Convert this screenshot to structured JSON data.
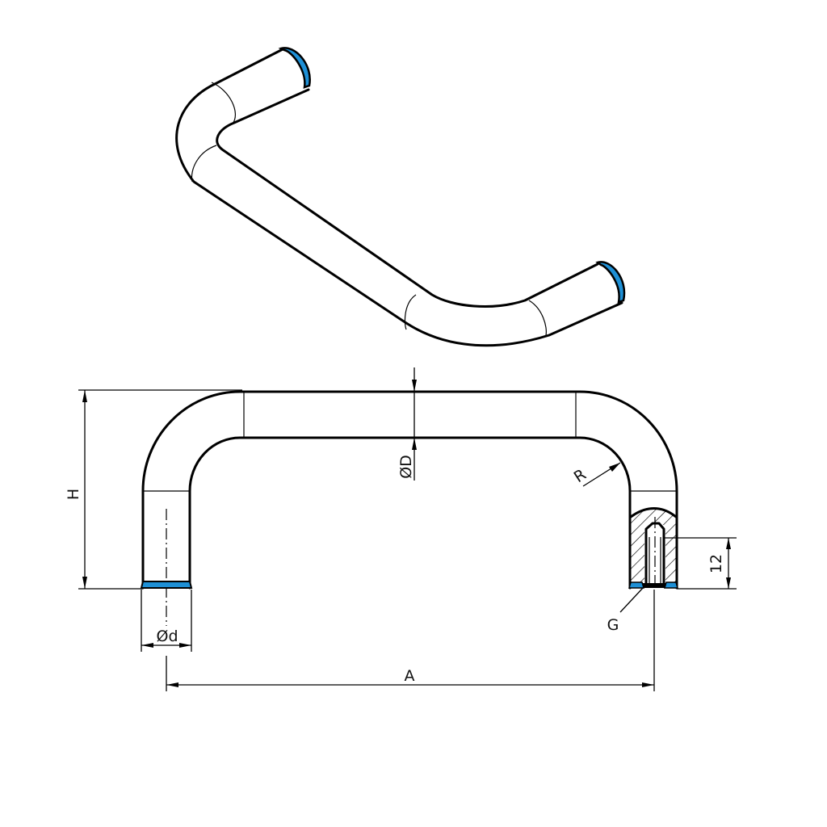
{
  "drawing": {
    "type": "technical-drawing",
    "subject": "U-shaped tubular pull handle",
    "views": [
      "isometric-view",
      "front-view-with-partial-section"
    ],
    "colors": {
      "line": "#000000",
      "seal_ring": "#1E90D6",
      "background": "#ffffff"
    }
  },
  "dimensions": {
    "height": "H",
    "tube_diameter": "ØD",
    "end_diameter": "Ød",
    "bend_radius": "R",
    "center_distance": "A",
    "thread": "G",
    "thread_depth": "12"
  }
}
